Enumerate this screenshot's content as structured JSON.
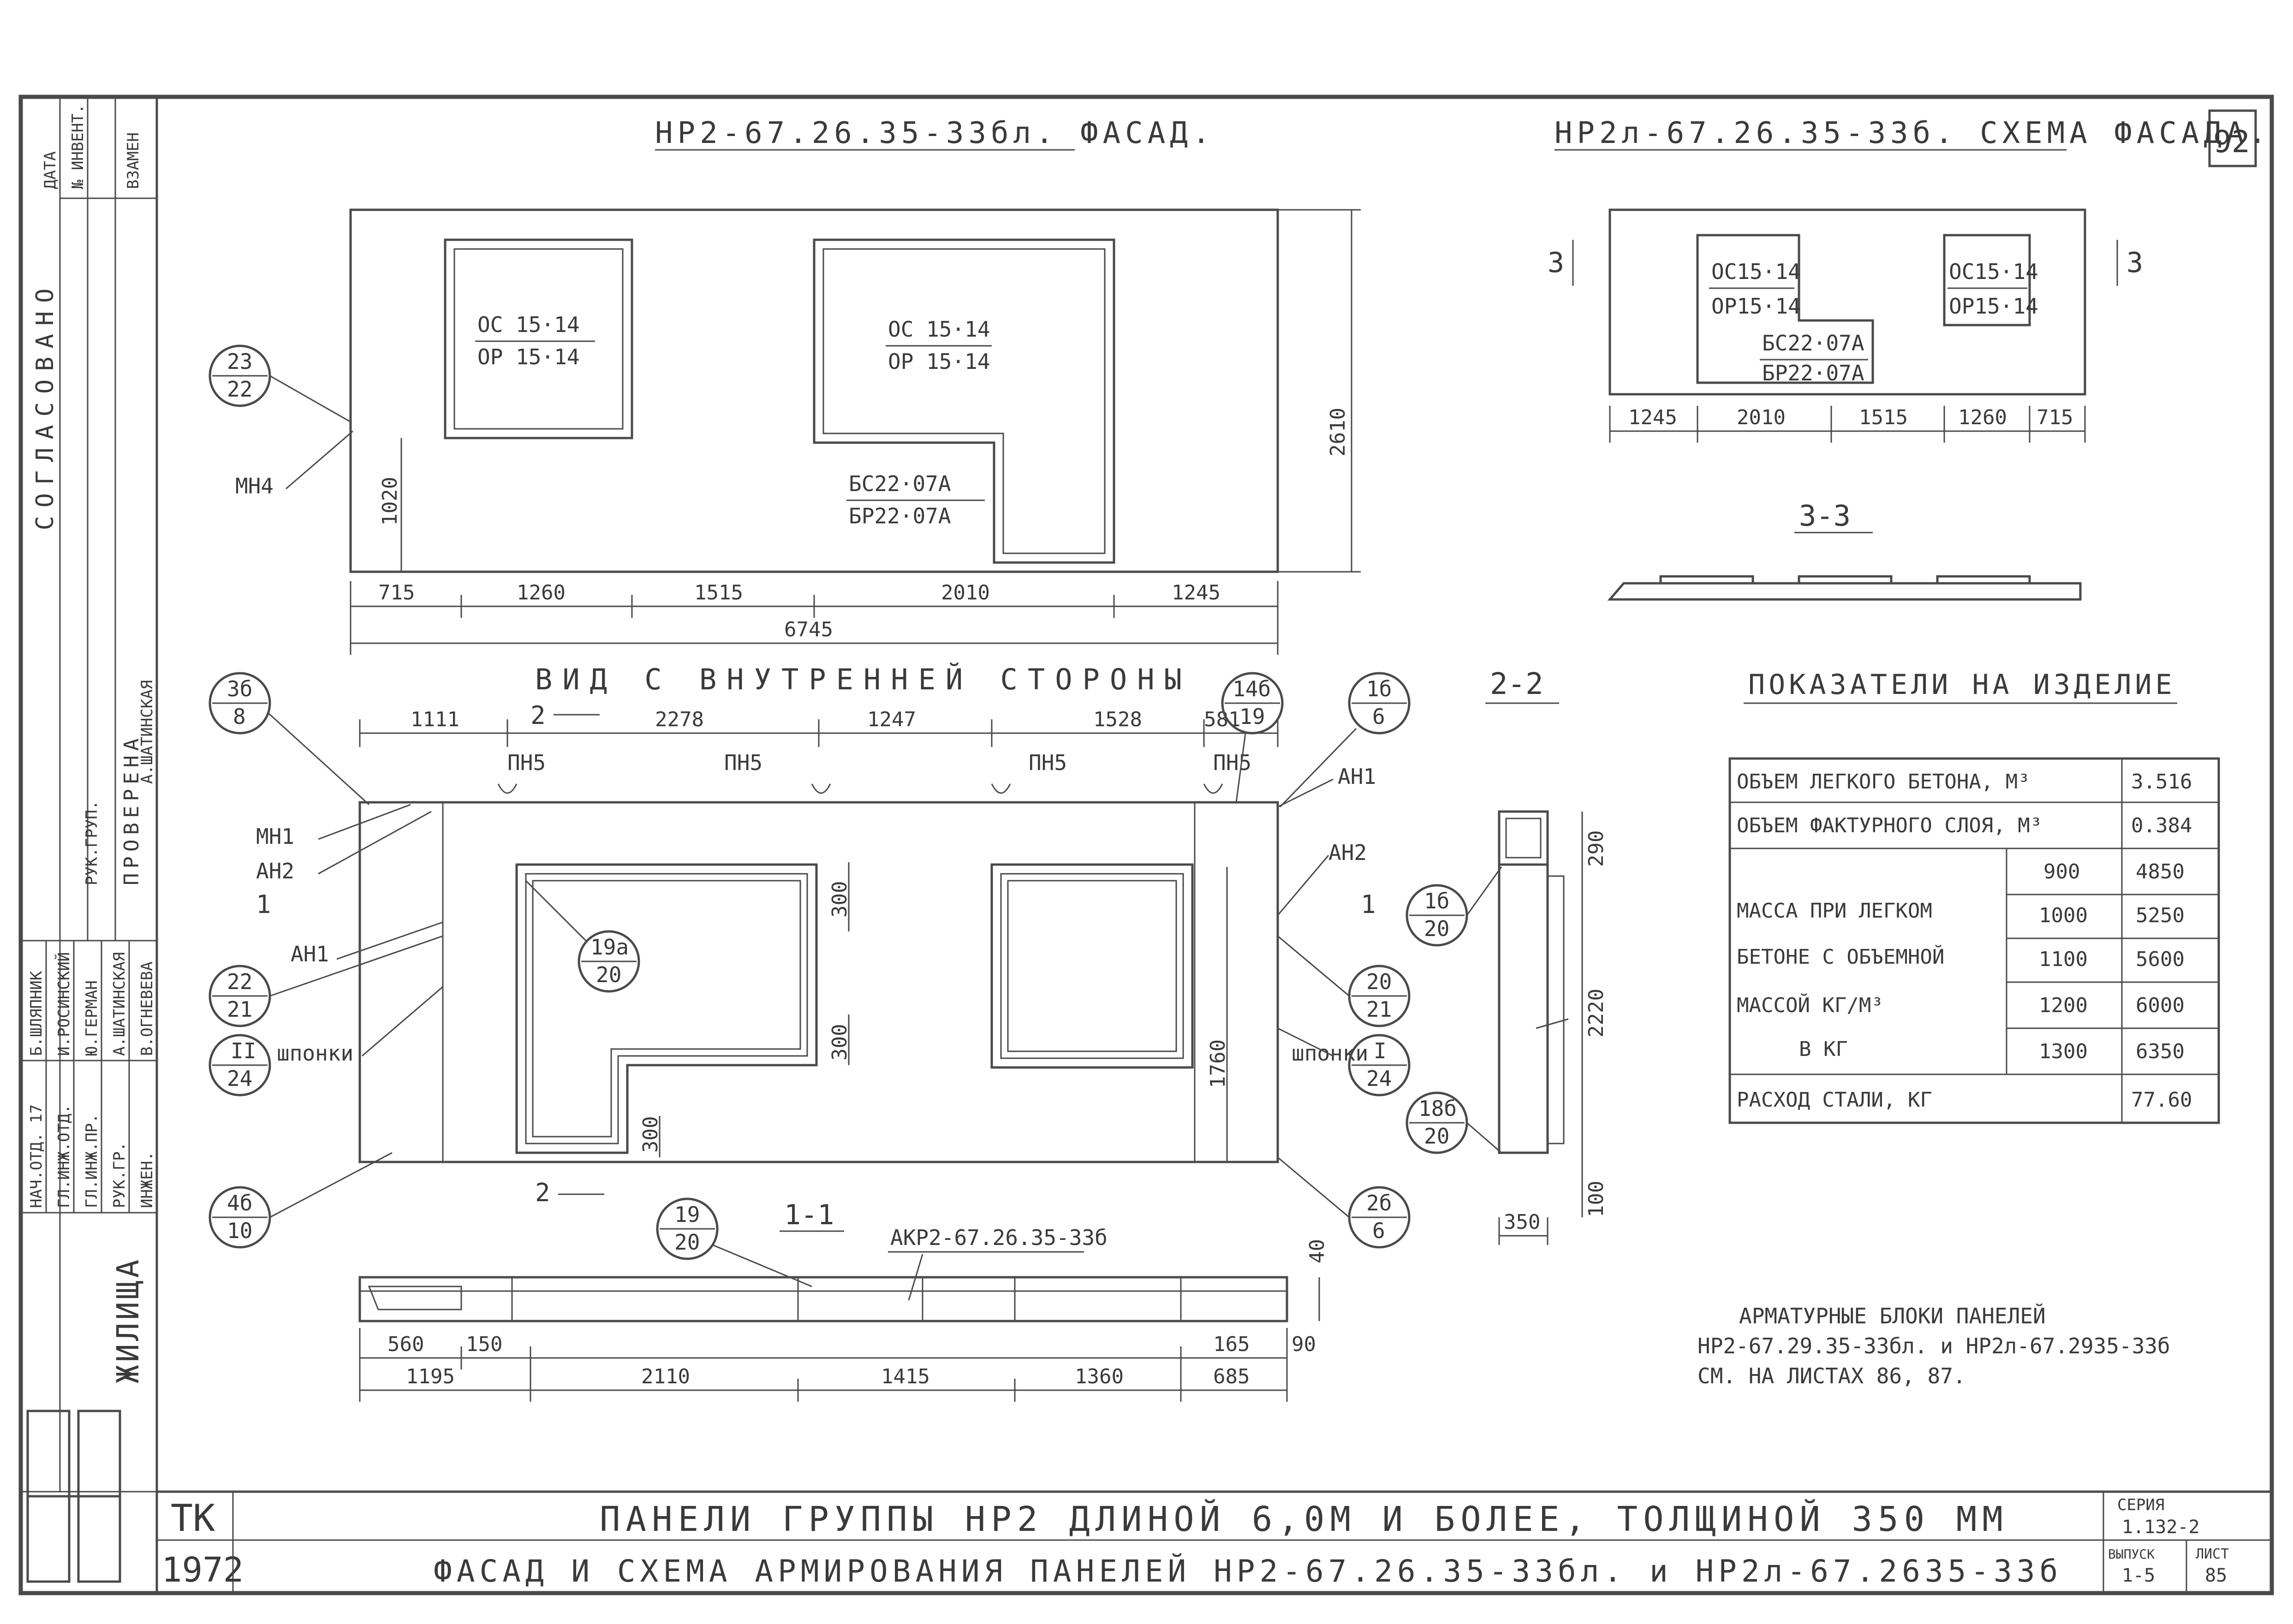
{
  "sheet_number": "92",
  "facade_main": {
    "title": "НР2-67.26.35-33бл. ФАСАД.",
    "window_left": [
      "ОС 15·14",
      "ОР 15·14"
    ],
    "window_right": [
      "ОС 15·14",
      "ОР 15·14"
    ],
    "door": [
      "БС22·07А",
      "БР22·07А"
    ],
    "anchor": "МН4",
    "callout": [
      "23",
      "22"
    ],
    "dims": [
      "715",
      "1260",
      "1515",
      "2010",
      "1245"
    ],
    "total": "6745",
    "height": "2610",
    "sill": "1020"
  },
  "facade_scheme": {
    "title": "НР2л-67.26.35-33б. СХЕМА ФАСАДА.",
    "window_a": [
      "ОС15·14",
      "ОР15·14"
    ],
    "window_b": [
      "ОС15·14",
      "ОР15·14"
    ],
    "door": [
      "БС22·07А",
      "БР22·07А"
    ],
    "dims": [
      "1245",
      "2010",
      "1515",
      "1260",
      "715"
    ],
    "section_left": "3",
    "section_right": "3",
    "section_label": "3-3"
  },
  "inner_view": {
    "title": "ВИД С ВНУТРЕННЕЙ СТОРОНЫ",
    "dims": [
      "1111",
      "2278",
      "1247",
      "1528",
      "581"
    ],
    "section_mark": "2",
    "loops": [
      "ПН5",
      "ПН5",
      "ПН5",
      "ПН5"
    ],
    "left_labels": [
      "МН1",
      "АН2",
      "АН1",
      "шпонки"
    ],
    "right_labels": [
      "АН1",
      "АН2",
      "шпонки"
    ],
    "section1": "1",
    "callouts_left": [
      [
        "3б",
        "8"
      ],
      [
        "22",
        "21"
      ],
      [
        "II",
        "24"
      ],
      [
        "4б",
        "10"
      ]
    ],
    "callouts_right": [
      [
        "14б",
        "19"
      ],
      [
        "1б",
        "6"
      ],
      [
        "20",
        "21"
      ],
      [
        "I",
        "24"
      ],
      [
        "2б",
        "6"
      ]
    ],
    "callout_inner": [
      "19а",
      "20"
    ],
    "opening_dims": [
      "300",
      "300",
      "300"
    ],
    "height": "1760"
  },
  "section_1_1": {
    "title": "1-1",
    "callout": [
      "19",
      "20"
    ],
    "block_label": "АКР2-67.26.35-33б",
    "dims_top": [
      "560",
      "150",
      "165",
      "90"
    ],
    "dims_bottom": [
      "1195",
      "2110",
      "1415",
      "1360",
      "685"
    ],
    "thickness": "40"
  },
  "section_2_2": {
    "title": "2-2",
    "dims": [
      "290",
      "2220",
      "100",
      "350"
    ],
    "callouts": [
      [
        "1б",
        "20"
      ],
      [
        "18б",
        "20"
      ]
    ]
  },
  "indicators": {
    "title": "ПОКАЗАТЕЛИ НА ИЗДЕЛИЕ",
    "rows": [
      {
        "label": "ОБЪЕМ ЛЕГКОГО БЕТОНА, М³",
        "value": "3.516"
      },
      {
        "label": "ОБЪЕМ ФАКТУРНОГО СЛОЯ, М³",
        "value": "0.384"
      }
    ],
    "mass_label": [
      "МАССА ПРИ ЛЕГКОМ",
      "БЕТОНЕ С ОБЪЕМНОЙ",
      "МАССОЙ  КГ/М³",
      "В КГ"
    ],
    "mass_rows": [
      {
        "density": "900",
        "mass": "4850"
      },
      {
        "density": "1000",
        "mass": "5250"
      },
      {
        "density": "1100",
        "mass": "5600"
      },
      {
        "density": "1200",
        "mass": "6000"
      },
      {
        "density": "1300",
        "mass": "6350"
      }
    ],
    "steel": {
      "label": "РАСХОД СТАЛИ, КГ",
      "value": "77.60"
    }
  },
  "note": [
    "АРМАТУРНЫЕ БЛОКИ ПАНЕЛЕЙ",
    "НР2-67.29.35-33бл. и НР2л-67.2935-33б",
    "СМ. НА ЛИСТАХ 86, 87."
  ],
  "title_block": {
    "tk": "ТК",
    "year": "1972",
    "line1": "ПАНЕЛИ ГРУППЫ НР2 ДЛИНОЙ 6,0М И БОЛЕЕ, ТОЛЩИНОЙ 350 ММ",
    "line2": "ФАСАД И СХЕМА АРМИРОВАНИЯ ПАНЕЛЕЙ НР2-67.26.35-33бл. и НР2л-67.2635-33б",
    "series_label": "СЕРИЯ",
    "series_value": "1.132-2",
    "issue_label": "ВЫПУСК",
    "issue_value": "1-5",
    "sheet_label": "ЛИСТ",
    "sheet_value": "85"
  },
  "side_block": {
    "agreed": "СОГЛАСОВАНО",
    "checked": "ПРОВЕРЕНА",
    "org": "ЖИЛИЩА",
    "header": [
      "ДАТА",
      "№ ИНВЕНТ.",
      "ВЗАМЕН"
    ],
    "roles": [
      "НАЧ.ОТД. 17",
      "ГЛ.ИНЖ.ОТД.",
      "ГЛ.ИНЖ.ПР.",
      "РУК.ГР.",
      "ИНЖЕН."
    ],
    "names": [
      "Б.ШЛЯПНИК",
      "И.РОСИНСКИЙ",
      "Ю.ГЕРМАН",
      "А.ШАТИНСКАЯ",
      "В.ОГНЕВЕВА"
    ],
    "group": "РУК.ГРУП.",
    "sign": "А.ШАТИНСКАЯ"
  }
}
